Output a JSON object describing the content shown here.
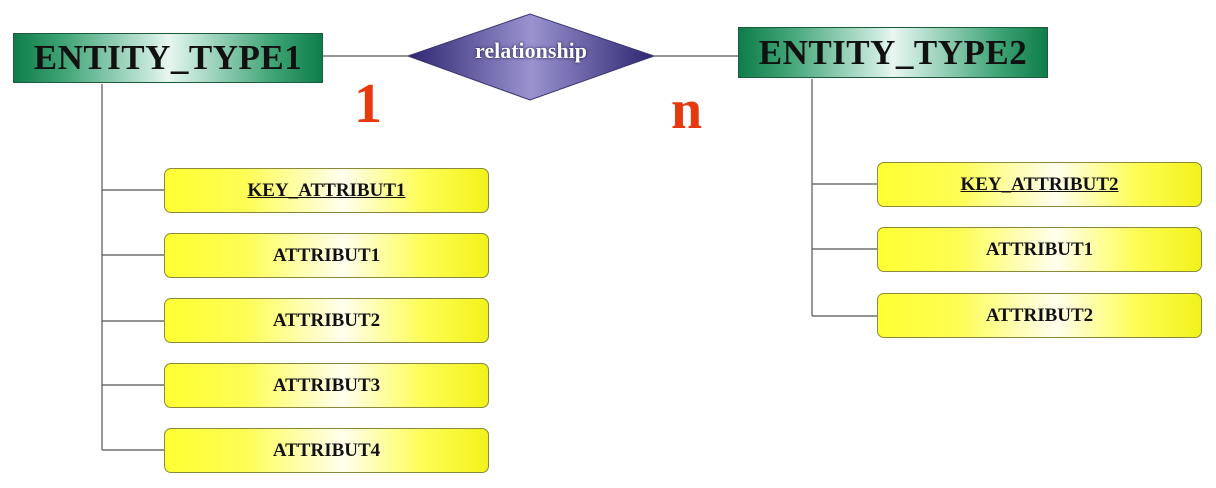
{
  "entities": [
    {
      "name": "ENTITY_TYPE1",
      "attributes": [
        {
          "label": "KEY_ATTRIBUT1",
          "key": true
        },
        {
          "label": "ATTRIBUT1",
          "key": false
        },
        {
          "label": "ATTRIBUT2",
          "key": false
        },
        {
          "label": "ATTRIBUT3",
          "key": false
        },
        {
          "label": "ATTRIBUT4",
          "key": false
        }
      ]
    },
    {
      "name": "ENTITY_TYPE2",
      "attributes": [
        {
          "label": "KEY_ATTRIBUT2",
          "key": true
        },
        {
          "label": "ATTRIBUT1",
          "key": false
        },
        {
          "label": "ATTRIBUT2",
          "key": false
        }
      ]
    }
  ],
  "relationship": {
    "label": "relationship",
    "cardinality_left": "1",
    "cardinality_right": "n"
  },
  "colors": {
    "entity_fill": "#0f7d4a",
    "attribute_fill": "#ffff33",
    "relationship_fill": "#4b3f94",
    "cardinality": "#e8380d",
    "connector": "#555555"
  }
}
